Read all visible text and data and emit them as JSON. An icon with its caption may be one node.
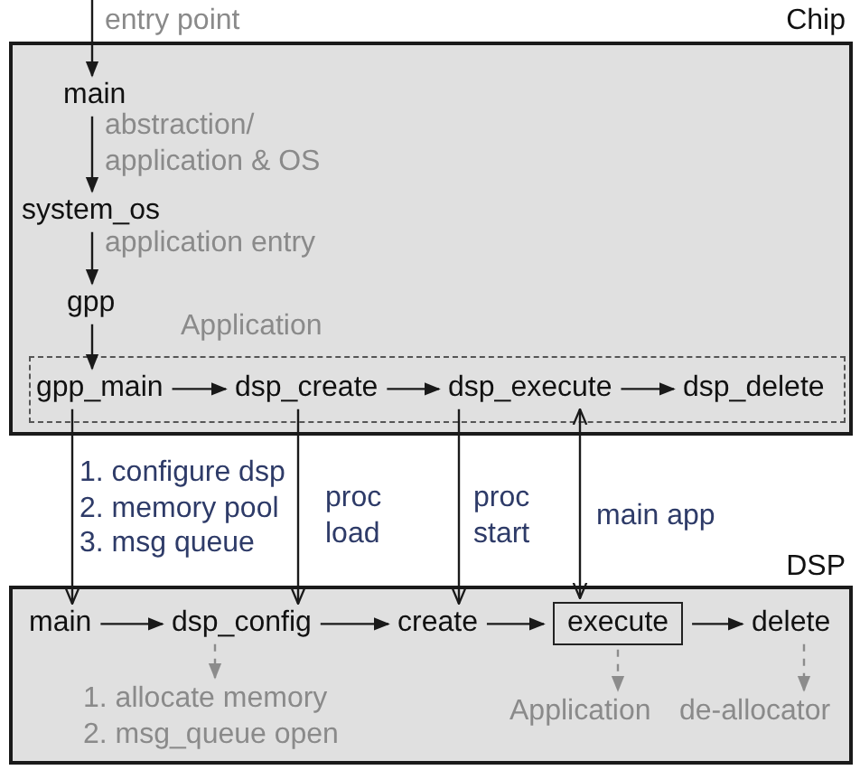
{
  "diagram": {
    "nodes": [
      {
        "text": [
          "Chip"
        ]
      },
      {
        "text": [
          "main"
        ],
        "in": 0
      },
      {
        "text": [
          "system_os"
        ],
        "in": 0
      },
      {
        "text": [
          "gpp"
        ],
        "in": 0
      },
      {
        "text": [
          "Application"
        ],
        "in": 0
      },
      {
        "text": [
          "gpp_main"
        ],
        "in": 4
      },
      {
        "text": [
          "dsp_create"
        ],
        "in": 4
      },
      {
        "text": [
          "dsp_execute"
        ],
        "in": 4
      },
      {
        "text": [
          "dsp_delete"
        ],
        "in": 4
      },
      {
        "text": [
          "DSP"
        ]
      },
      {
        "text": [
          "main"
        ],
        "in": 9
      },
      {
        "text": [
          "dsp_config"
        ],
        "in": 9
      },
      {
        "text": [
          "create"
        ],
        "in": 9
      },
      {
        "text": [
          "execute"
        ],
        "in": 9
      },
      {
        "text": [
          "delete"
        ],
        "in": 9
      },
      {
        "text": [
          "1. allocate memory",
          "2. msg_queue open"
        ],
        "in": 9
      },
      {
        "text": [
          "Application"
        ],
        "in": 9
      },
      {
        "text": [
          "de-allocator"
        ],
        "in": 9
      }
    ],
    "edges": [
      {
        "from": null,
        "to": 1,
        "arrow": "to",
        "label": "entry point"
      },
      {
        "from": 1,
        "to": 2,
        "arrow": "to",
        "label": "abstraction/ application & OS"
      },
      {
        "from": 2,
        "to": 3,
        "arrow": "to",
        "label": "application entry"
      },
      {
        "from": 3,
        "to": 5,
        "arrow": "to"
      },
      {
        "from": 5,
        "to": 6,
        "arrow": "to"
      },
      {
        "from": 6,
        "to": 7,
        "arrow": "to"
      },
      {
        "from": 7,
        "to": 8,
        "arrow": "to"
      },
      {
        "from": 5,
        "to": 10,
        "arrow": "to",
        "label": "1. configure dsp 2. memory pool 3. msg queue"
      },
      {
        "from": 6,
        "to": 11,
        "arrow": "to",
        "label": "proc load"
      },
      {
        "from": 7,
        "to": 12,
        "arrow": "to",
        "label": "proc start"
      },
      {
        "from": 7,
        "to": 13,
        "arrow": "both",
        "label": "main app"
      },
      {
        "from": 10,
        "to": 11,
        "arrow": "to"
      },
      {
        "from": 11,
        "to": 12,
        "arrow": "to"
      },
      {
        "from": 12,
        "to": 13,
        "arrow": "to"
      },
      {
        "from": 13,
        "to": 14,
        "arrow": "to"
      },
      {
        "from": 11,
        "to": 15,
        "arrow": "to",
        "style": "dashed",
        "color": "#8c8c8c"
      },
      {
        "from": 13,
        "to": 16,
        "arrow": "to",
        "style": "dashed",
        "color": "#8c8c8c"
      },
      {
        "from": 14,
        "to": 17,
        "arrow": "to",
        "style": "dashed",
        "color": "#8c8c8c"
      }
    ]
  }
}
